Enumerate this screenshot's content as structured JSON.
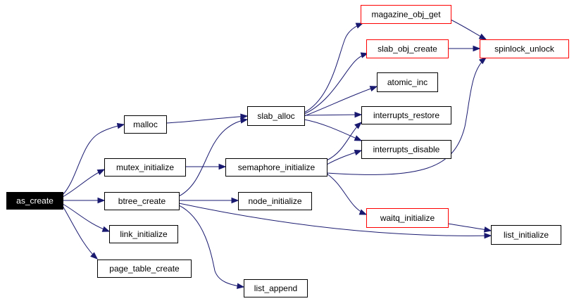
{
  "graph": {
    "nodes": [
      {
        "id": "as_create",
        "label": "as_create",
        "style": "root"
      },
      {
        "id": "malloc",
        "label": "malloc",
        "style": "normal"
      },
      {
        "id": "mutex_initialize",
        "label": "mutex_initialize",
        "style": "normal"
      },
      {
        "id": "btree_create",
        "label": "btree_create",
        "style": "normal"
      },
      {
        "id": "link_initialize",
        "label": "link_initialize",
        "style": "normal"
      },
      {
        "id": "page_table_create",
        "label": "page_table_create",
        "style": "normal"
      },
      {
        "id": "slab_alloc",
        "label": "slab_alloc",
        "style": "normal"
      },
      {
        "id": "semaphore_initialize",
        "label": "semaphore_initialize",
        "style": "normal"
      },
      {
        "id": "node_initialize",
        "label": "node_initialize",
        "style": "normal"
      },
      {
        "id": "list_append",
        "label": "list_append",
        "style": "normal"
      },
      {
        "id": "magazine_obj_get",
        "label": "magazine_obj_get",
        "style": "red"
      },
      {
        "id": "slab_obj_create",
        "label": "slab_obj_create",
        "style": "red"
      },
      {
        "id": "atomic_inc",
        "label": "atomic_inc",
        "style": "normal"
      },
      {
        "id": "interrupts_restore",
        "label": "interrupts_restore",
        "style": "normal"
      },
      {
        "id": "interrupts_disable",
        "label": "interrupts_disable",
        "style": "normal"
      },
      {
        "id": "waitq_initialize",
        "label": "waitq_initialize",
        "style": "red"
      },
      {
        "id": "spinlock_unlock",
        "label": "spinlock_unlock",
        "style": "red"
      },
      {
        "id": "list_initialize",
        "label": "list_initialize",
        "style": "normal"
      }
    ],
    "edges": [
      {
        "from": "as_create",
        "to": "malloc"
      },
      {
        "from": "as_create",
        "to": "mutex_initialize"
      },
      {
        "from": "as_create",
        "to": "btree_create"
      },
      {
        "from": "as_create",
        "to": "link_initialize"
      },
      {
        "from": "as_create",
        "to": "page_table_create"
      },
      {
        "from": "malloc",
        "to": "slab_alloc"
      },
      {
        "from": "mutex_initialize",
        "to": "semaphore_initialize"
      },
      {
        "from": "btree_create",
        "to": "slab_alloc"
      },
      {
        "from": "btree_create",
        "to": "node_initialize"
      },
      {
        "from": "btree_create",
        "to": "list_append"
      },
      {
        "from": "btree_create",
        "to": "list_initialize"
      },
      {
        "from": "slab_alloc",
        "to": "magazine_obj_get"
      },
      {
        "from": "slab_alloc",
        "to": "slab_obj_create"
      },
      {
        "from": "slab_alloc",
        "to": "atomic_inc"
      },
      {
        "from": "slab_alloc",
        "to": "interrupts_restore"
      },
      {
        "from": "slab_alloc",
        "to": "interrupts_disable"
      },
      {
        "from": "semaphore_initialize",
        "to": "interrupts_restore"
      },
      {
        "from": "semaphore_initialize",
        "to": "interrupts_disable"
      },
      {
        "from": "semaphore_initialize",
        "to": "spinlock_unlock"
      },
      {
        "from": "semaphore_initialize",
        "to": "waitq_initialize"
      },
      {
        "from": "magazine_obj_get",
        "to": "spinlock_unlock"
      },
      {
        "from": "slab_obj_create",
        "to": "spinlock_unlock"
      },
      {
        "from": "waitq_initialize",
        "to": "list_initialize"
      }
    ]
  }
}
